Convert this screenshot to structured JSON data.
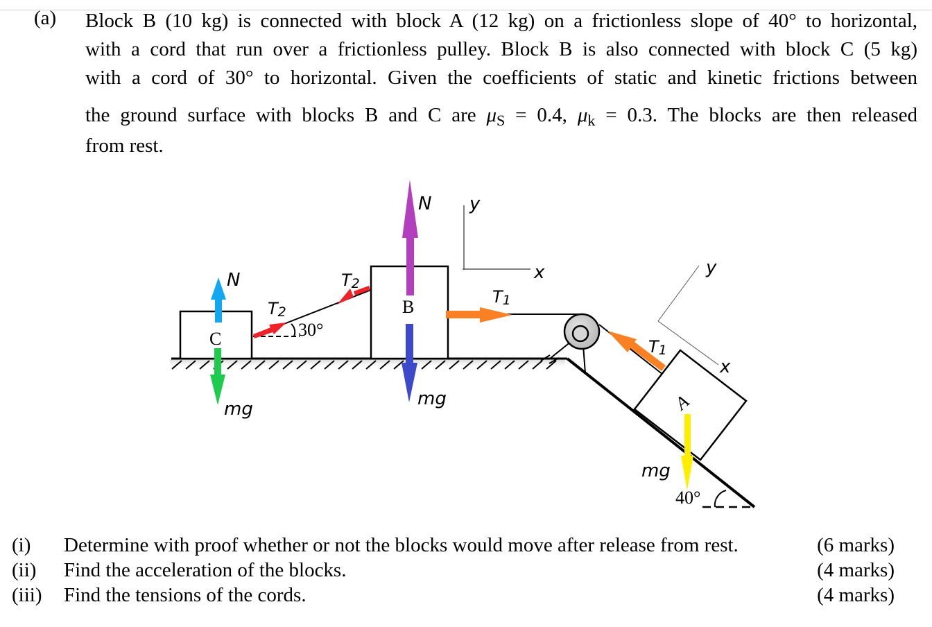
{
  "problem": {
    "part_label": "(a)",
    "lines": [
      "Block B (10 kg) is connected with block A (12 kg) on a frictionless slope of 40° to horizontal,",
      "with a cord that run over a frictionless pulley. Block B is also connected with block C (5 kg)",
      "with a cord of 30° to horizontal. Given the coefficients of static and kinetic frictions between"
    ],
    "line4_prefix": "the ground surface with blocks B and C are ",
    "mu_s_symbol": "μ",
    "mu_s_sub": "S",
    "mu_s_value": " = 0.4, ",
    "mu_k_symbol": "μ",
    "mu_k_sub": "k",
    "mu_k_value": " = 0.3. The blocks are then released",
    "line5": "from rest."
  },
  "diagram": {
    "blocks": {
      "A": {
        "label": "A",
        "mass_kg": 12
      },
      "B": {
        "label": "B",
        "mass_kg": 10
      },
      "C": {
        "label": "C",
        "mass_kg": 5
      }
    },
    "labels": {
      "c_normal": "N",
      "c_weight": "mg",
      "c_tension": "T2",
      "b_tension_left": "T2",
      "b_normal": "N",
      "b_weight": "mg",
      "b_tension_right": "T1",
      "a_tension": "T1",
      "a_weight": "mg",
      "cord_angle": "30°",
      "slope_angle": "40°",
      "axes_flat_x": "x",
      "axes_flat_y": "y",
      "axes_tilt_x": "x",
      "axes_tilt_y": "y"
    },
    "colors": {
      "c_normal": "#12a7ee",
      "c_weight": "#1ecb4c",
      "tension2": "#ee2229",
      "b_normal": "#b13fbe",
      "b_weight": "#3c49c9",
      "tension1": "#fa8123",
      "a_weight": "#ffee00",
      "pulley": "#c9c9c9"
    }
  },
  "questions": [
    {
      "num": "(i)",
      "text": "Determine with proof whether or not the blocks would move after release from rest.",
      "marks": "(6 marks)"
    },
    {
      "num": "(ii)",
      "text": "Find the acceleration of the blocks.",
      "marks": "(4 marks)"
    },
    {
      "num": "(iii)",
      "text": "Find the tensions of the cords.",
      "marks": "(4 marks)"
    }
  ]
}
